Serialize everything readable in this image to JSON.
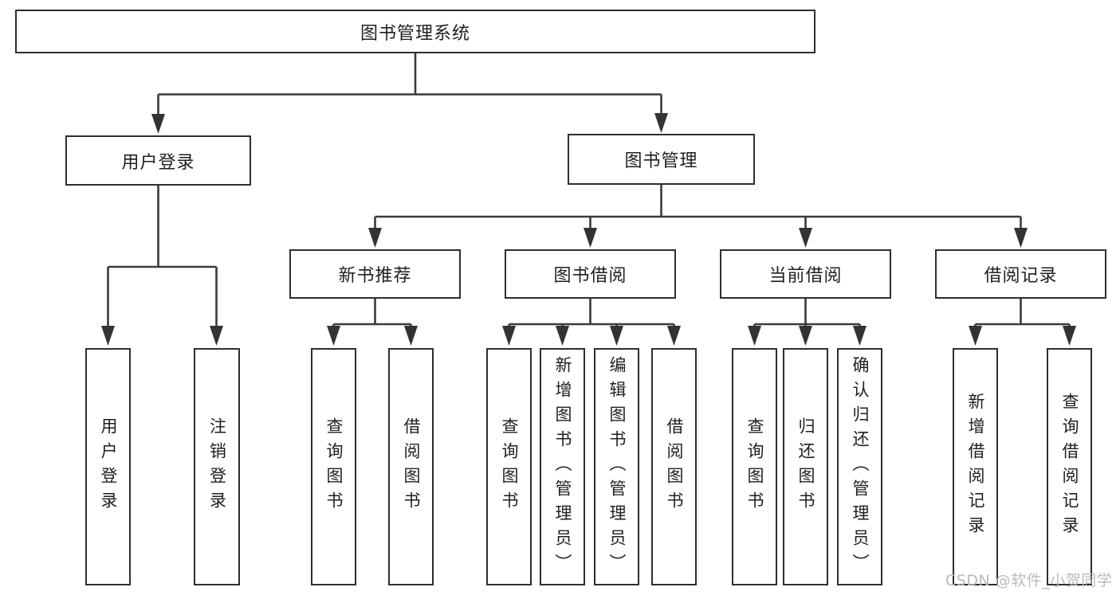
{
  "tree": {
    "root": "图书管理系统",
    "children": [
      {
        "label": "用户登录",
        "children": [
          {
            "label": "用户登录"
          },
          {
            "label": "注销登录"
          }
        ]
      },
      {
        "label": "图书管理",
        "children": [
          {
            "label": "新书推荐",
            "children": [
              {
                "label": "查询图书"
              },
              {
                "label": "借阅图书"
              }
            ]
          },
          {
            "label": "图书借阅",
            "children": [
              {
                "label": "查询图书"
              },
              {
                "label": "新增图书（管理员）"
              },
              {
                "label": "编辑图书（管理员）"
              },
              {
                "label": "借阅图书"
              }
            ]
          },
          {
            "label": "当前借阅",
            "children": [
              {
                "label": "查询图书"
              },
              {
                "label": "归还图书"
              },
              {
                "label": "确认归还（管理员）"
              }
            ]
          },
          {
            "label": "借阅记录",
            "children": [
              {
                "label": "新增借阅记录"
              },
              {
                "label": "查询借阅记录"
              }
            ]
          }
        ]
      }
    ]
  },
  "watermark": {
    "text": "CSDN @软件_小贺同学"
  },
  "colors": {
    "line": "#3a3a3a",
    "border": "#2e2e2e",
    "text": "#1f1f1f",
    "watermark": "#b5bbc5",
    "background": "#ffffff"
  }
}
